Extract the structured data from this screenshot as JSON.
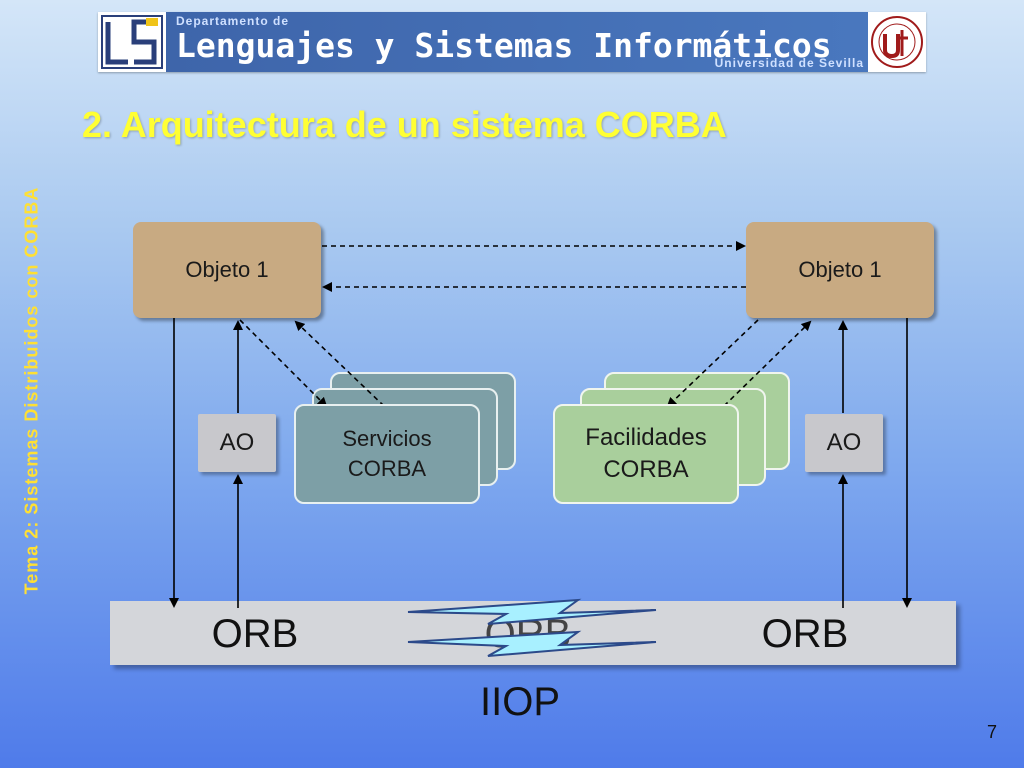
{
  "header": {
    "department_label": "Departamento de",
    "department_name": "Lenguajes y Sistemas Informáticos",
    "university": "Universidad de Sevilla"
  },
  "side_label": "Tema 2: Sistemas Distribuidos con CORBA",
  "title": "2. Arquitectura de un sistema CORBA",
  "diagram": {
    "object_left": "Objeto 1",
    "object_right": "Objeto 1",
    "ao_left": "AO",
    "ao_right": "AO",
    "services_line1": "Servicios",
    "services_line2": "CORBA",
    "facilities_line1": "Facilidades",
    "facilities_line2": "CORBA",
    "orb_left": "ORB",
    "orb_middle": "ORB",
    "orb_right": "ORB",
    "protocol": "IIOP"
  },
  "page_number": "7",
  "colors": {
    "title": "#ffff33",
    "side_label": "#ffe033",
    "object_box": "#c8aa82",
    "services_box": "#7d9fa6",
    "facilities_box": "#a9cf9c",
    "ao_box": "#c8c8cc",
    "orb_bar": "#d4d6da",
    "banner": "#3d63a8"
  }
}
